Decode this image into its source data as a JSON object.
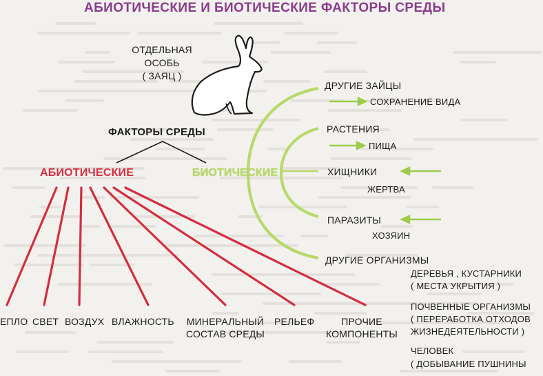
{
  "title": "АБИОТИЧЕСКИЕ И БИОТИЧЕСКИЕ ФАКТОРЫ СРЕДЫ",
  "individual": {
    "line1": "ОТДЕЛЬНАЯ",
    "line2": "ОСОБЬ",
    "line3": "( ЗАЯЦ )"
  },
  "factors": "ФАКТОРЫ СРЕДЫ",
  "abiotic": {
    "label": "АБИОТИЧЕСКИЕ",
    "items": {
      "heat": "ЕПЛО",
      "light": "СВЕТ",
      "air": "ВОЗДУХ",
      "humidity": "ВЛАЖНОСТЬ",
      "mineral_1": "МИНЕРАЛЬНЫЙ",
      "mineral_2": "СОСТАВ СРЕДЫ",
      "relief": "РЕЛЬЕФ",
      "other_1": "ПРОЧИЕ",
      "other_2": "КОМПОНЕНТЫ"
    }
  },
  "biotic": {
    "label": "БИОТИЧЕСКИЕ",
    "items": {
      "other_hares": "ДРУГИЕ ЗАЙЦЫ",
      "species": "СОХРАНЕНИЕ ВИДА",
      "plants": "РАСТЕНИЯ",
      "food": "ПИЩА",
      "predators": "ХИЩНИКИ",
      "prey": "ЖЕРТВА",
      "parasites": "ПАРАЗИТЫ",
      "host": "ХОЗЯИН",
      "other_organisms": "ДРУГИЕ ОРГАНИЗМЫ"
    }
  },
  "details": {
    "trees_1": "ДЕРЕВЬЯ , КУСТАРНИКИ",
    "trees_2": "( МЕСТА УКРЫТИЯ )",
    "soil_1": "ПОЧВЕННЫЕ ОРГАНИЗМЫ",
    "soil_2": "( ПЕРЕРАБОТКА ОТХОДОВ",
    "soil_3": "ЖИЗНЕДЕЯТЕЛЬНОСТИ )",
    "human_1": "ЧЕЛОВЕК",
    "human_2": "( ДОБЫВАНИЕ ПУШНИНЫ"
  },
  "colors": {
    "title": "#8a3c8c",
    "abiotic": "#d22e3e",
    "biotic": "#b8d96a",
    "arrow": "#9ccc4a"
  }
}
